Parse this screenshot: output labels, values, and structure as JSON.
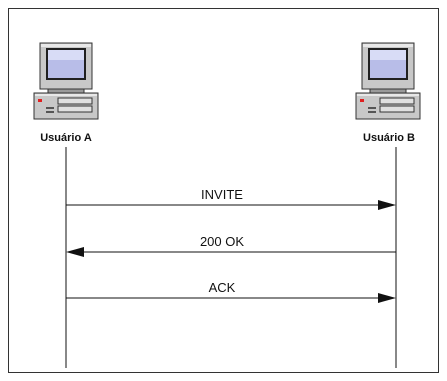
{
  "hosts": {
    "a": {
      "label": "Usuário A",
      "icon": "desktop-computer-icon"
    },
    "b": {
      "label": "Usuário B",
      "icon": "desktop-computer-icon"
    }
  },
  "messages": [
    {
      "label": "INVITE",
      "from": "a",
      "to": "b"
    },
    {
      "label": "200 OK",
      "from": "b",
      "to": "a"
    },
    {
      "label": "ACK",
      "from": "a",
      "to": "b"
    }
  ],
  "colors": {
    "line": "#111111",
    "screen": "#b8bde8",
    "case": "#c8c8c8",
    "led": "#e02020"
  }
}
